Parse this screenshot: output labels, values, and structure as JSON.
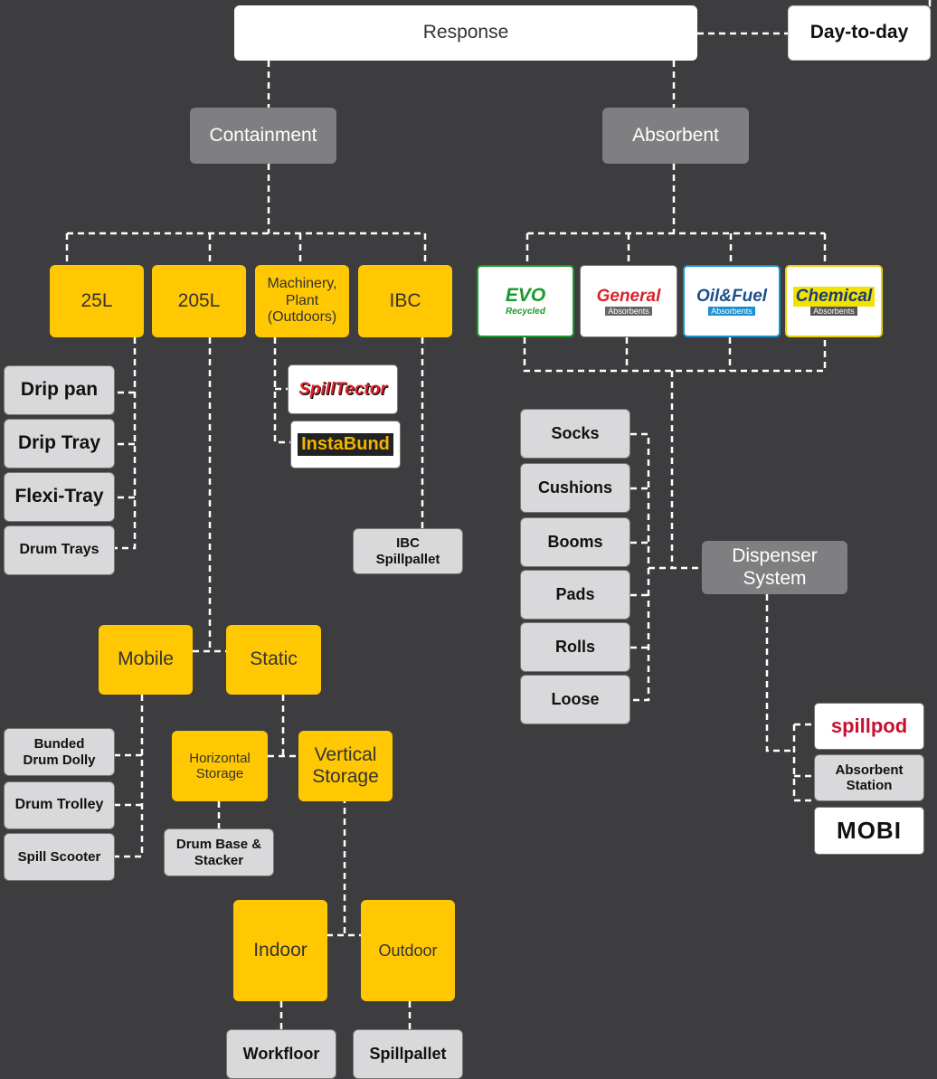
{
  "root": "Response",
  "day_to_day": "Day-to-day",
  "containment": {
    "label": "Containment",
    "sizes": [
      "25L",
      "205L",
      "Machinery, Plant (Outdoors)",
      "IBC"
    ],
    "tray_items": [
      "Drip pan",
      "Drip Tray",
      "Flexi-Tray",
      "Drum Trays"
    ],
    "machinery_logos": [
      "SpillTector",
      "InstaBund"
    ],
    "ibc_item": "IBC Spillpallet",
    "mobile": "Mobile",
    "static": "Static",
    "mobile_items": [
      "Bunded Drum Dolly",
      "Drum Trolley",
      "Spill Scooter"
    ],
    "horizontal": "Horizontal Storage",
    "vertical": "Vertical Storage",
    "drum_base": "Drum Base & Stacker",
    "indoor": "Indoor",
    "outdoor": "Outdoor",
    "workfloor": "Workfloor",
    "spillpallet": "Spillpallet"
  },
  "absorbent": {
    "label": "Absorbent",
    "brands": [
      {
        "main": "EVO",
        "sub": "Recycled",
        "color": "#1a9a2a"
      },
      {
        "main": "General",
        "sub": "Absorbents",
        "color": "#d8232a"
      },
      {
        "main": "Oil&Fuel",
        "sub": "Absorbents",
        "color": "#1a90d0"
      },
      {
        "main": "Chemical",
        "sub": "Absorbents",
        "color": "#f2e200"
      }
    ],
    "items": [
      "Socks",
      "Cushions",
      "Booms",
      "Pads",
      "Rolls",
      "Loose"
    ],
    "dispenser": "Dispenser System",
    "dispenser_items": [
      "spillpod",
      "Absorbent Station",
      "MOBI"
    ]
  }
}
